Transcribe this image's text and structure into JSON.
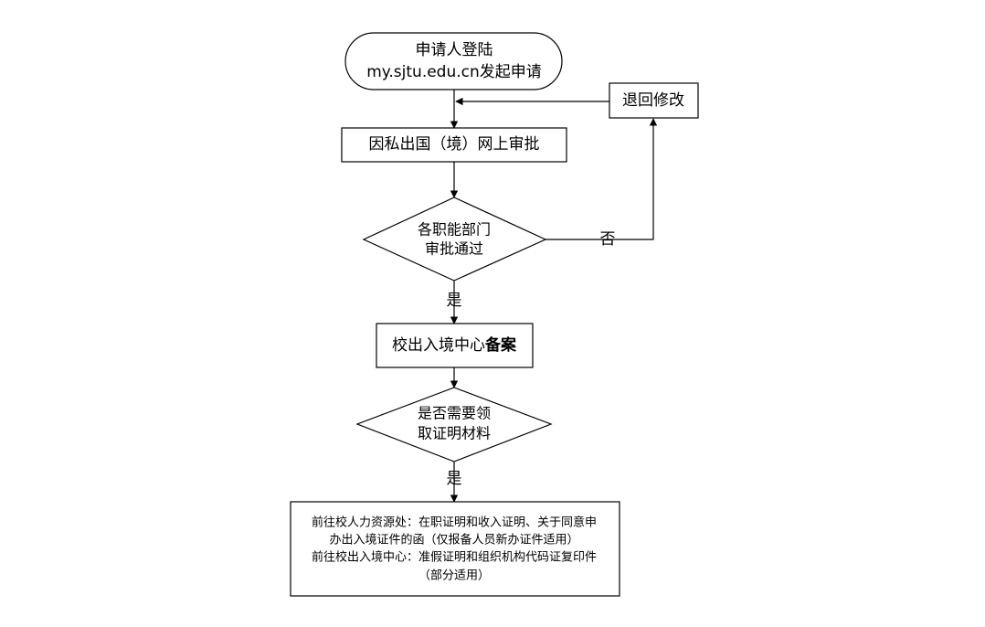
{
  "flowchart": {
    "nodes": {
      "start": {
        "line1": "申请人登陆",
        "line2": "my.sjtu.edu.cn发起申请"
      },
      "return_edit": {
        "label": "退回修改"
      },
      "online_approval": {
        "label": "因私出国（境）网上审批"
      },
      "dept_decision": {
        "line1": "各职能部门",
        "line2": "审批通过"
      },
      "record_center": {
        "label_normal": "校出入境中心",
        "label_bold": "备案"
      },
      "docs_decision": {
        "line1": "是否需要领",
        "line2": "取证明材料"
      },
      "final_info": {
        "line1": "前往校人力资源处：在职证明和收入证明、关于同意申",
        "line2": "办出入境证件的函（仅报备人员新办证件适用）",
        "line3": "前往校出入境中心：准假证明和组织机构代码证复印件",
        "line4": "（部分适用）"
      }
    },
    "edge_labels": {
      "no": "否",
      "yes_1": "是",
      "yes_2": "是"
    }
  }
}
